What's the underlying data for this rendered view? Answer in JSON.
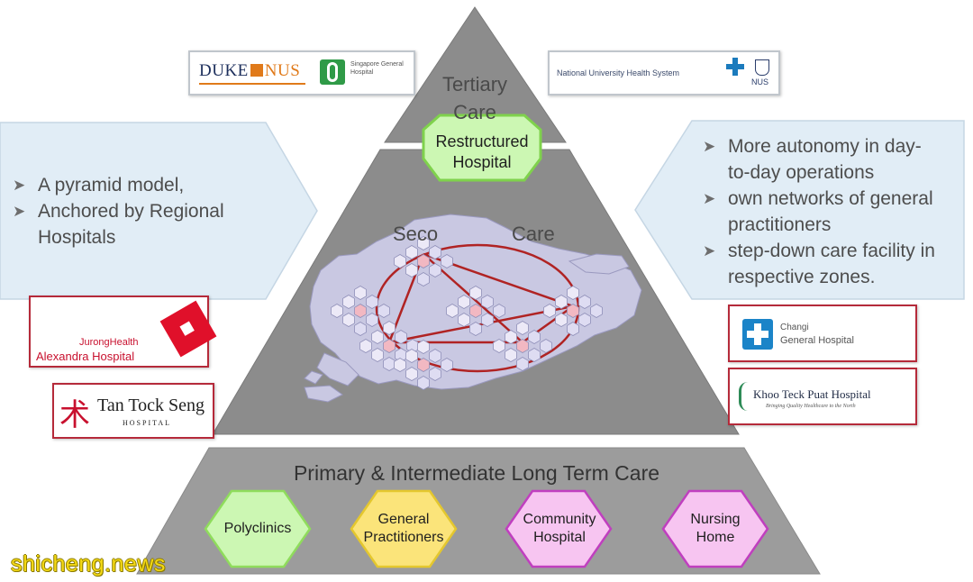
{
  "tiers": {
    "tertiary": {
      "label_line1": "Tertiary",
      "label_line2": "Care",
      "hex_line1": "Restructured",
      "hex_line2": "Hospital"
    },
    "secondary": {
      "label_left": "Seco",
      "label_right": "Care"
    },
    "primary": {
      "label": "Primary & Intermediate Long Term Care"
    }
  },
  "left_callout": {
    "bullets": [
      "A pyramid model,",
      "Anchored by Regional",
      "Hospitals"
    ]
  },
  "right_callout": {
    "bullets": [
      [
        "More autonomy in day-",
        "to-day operations"
      ],
      [
        "own networks of general",
        "practitioners"
      ],
      [
        "step-down care facility in",
        "respective zones."
      ]
    ]
  },
  "primary_hexes": [
    {
      "line1": "Polyclinics",
      "line2": "",
      "fill": "#ccf7b3",
      "stroke": "#8fdc5c"
    },
    {
      "line1": "General",
      "line2": "Practitioners",
      "fill": "#fbe47a",
      "stroke": "#e4c72e"
    },
    {
      "line1": "Community",
      "line2": "Hospital",
      "fill": "#f7c5f1",
      "stroke": "#c03fbf"
    },
    {
      "line1": "Nursing",
      "line2": "Home",
      "fill": "#f7c5f1",
      "stroke": "#c03fbf"
    }
  ],
  "logos": {
    "duke_nus": {
      "duke": "DUKE",
      "nus": "NUS",
      "sgh": "Singapore General Hospital"
    },
    "nuhs": {
      "name": "National University Health System",
      "nus": "NUS"
    },
    "jurong": {
      "line1": "JurongHealth",
      "line2": "Alexandra Hospital"
    },
    "ttsh": {
      "line1": "Tan Tock Seng",
      "line2": "HOSPITAL"
    },
    "changi": {
      "line1": "Changi",
      "line2": "General Hospital"
    },
    "ktph": {
      "line1": "Khoo Teck Puat Hospital",
      "line2": "Bringing Quality Healthcare to the North"
    }
  },
  "watermark": "shicheng.news",
  "colors": {
    "pyramid": "#8c8c8c",
    "pyramid_light": "#a2a2a2",
    "callout": "#e1edf6",
    "map": "#c9c8e2",
    "network": "#b02323"
  }
}
